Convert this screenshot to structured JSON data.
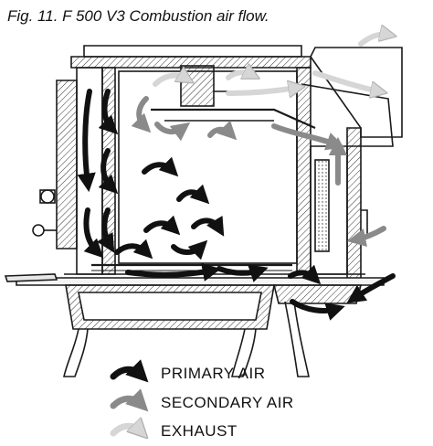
{
  "figure": {
    "caption": "Fig. 11.  F 500 V3 Combustion air flow."
  },
  "legend": [
    {
      "label": "PRIMARY AIR",
      "color": "#111111",
      "icon": "black-curved-arrow"
    },
    {
      "label": "SECONDARY AIR",
      "color": "#8a8a8a",
      "icon": "gray-curved-arrow"
    },
    {
      "label": "EXHAUST",
      "color": "#d6d6d6",
      "icon": "light-gray-curved-arrow"
    }
  ],
  "colors": {
    "line": "#1a1a1a",
    "primary": "#111111",
    "secondary": "#8a8a8a",
    "exhaust": "#d6d6d6"
  }
}
